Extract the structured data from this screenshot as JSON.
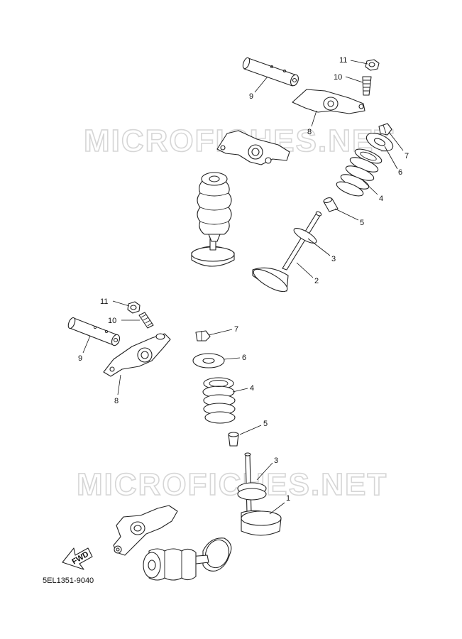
{
  "watermark": "MICROFICHES.NET",
  "diagram_code": "5EL1351-9040",
  "fwd_label": "FWD",
  "callouts": {
    "upper": {
      "p11": "11",
      "p10": "10",
      "p9": "9",
      "p8": "8",
      "p7": "7",
      "p6": "6",
      "p4": "4",
      "p5": "5",
      "p3": "3",
      "p2": "2"
    },
    "lower": {
      "p11": "11",
      "p10": "10",
      "p9": "9",
      "p8": "8",
      "p7": "7",
      "p6": "6",
      "p4": "4",
      "p5": "5",
      "p3": "3",
      "p1": "1"
    }
  }
}
